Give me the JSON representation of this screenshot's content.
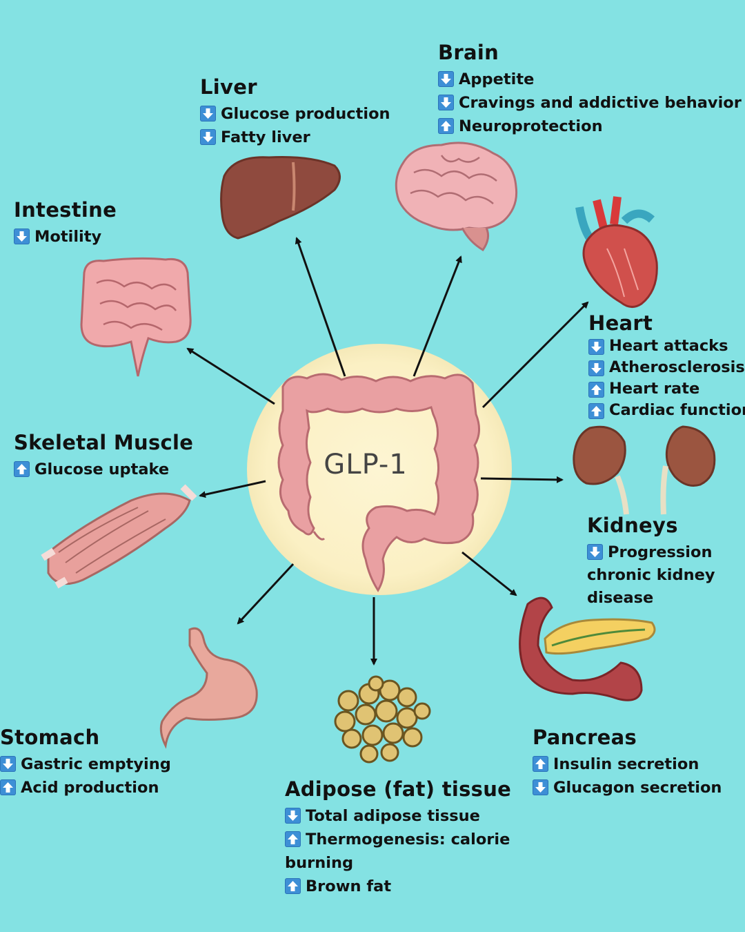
{
  "center": {
    "label": "GLP-1"
  },
  "organs": {
    "brain": {
      "title": "Brain",
      "effects": [
        {
          "dir": "down",
          "text": "Appetite"
        },
        {
          "dir": "down",
          "text": "Cravings and addictive behavior"
        },
        {
          "dir": "up",
          "text": "Neuroprotection"
        }
      ]
    },
    "liver": {
      "title": "Liver",
      "effects": [
        {
          "dir": "down",
          "text": "Glucose production"
        },
        {
          "dir": "down",
          "text": "Fatty liver"
        }
      ]
    },
    "intestine": {
      "title": "Intestine",
      "effects": [
        {
          "dir": "down",
          "text": "Motility"
        }
      ]
    },
    "heart": {
      "title": "Heart",
      "effects": [
        {
          "dir": "down",
          "text": "Heart attacks"
        },
        {
          "dir": "down",
          "text": "Atherosclerosis"
        },
        {
          "dir": "up",
          "text": "Heart rate"
        },
        {
          "dir": "up",
          "text": "Cardiac function"
        }
      ]
    },
    "skeletal_muscle": {
      "title": "Skeletal Muscle",
      "effects": [
        {
          "dir": "up",
          "text": "Glucose uptake"
        }
      ]
    },
    "kidneys": {
      "title": "Kidneys",
      "effects": [
        {
          "dir": "down",
          "text": "Progression chronic kidney disease"
        }
      ]
    },
    "stomach": {
      "title": "Stomach",
      "effects": [
        {
          "dir": "down",
          "text": "Gastric emptying"
        },
        {
          "dir": "up",
          "text": "Acid production"
        }
      ]
    },
    "adipose": {
      "title": "Adipose (fat) tissue",
      "effects": [
        {
          "dir": "down",
          "text": "Total adipose tissue"
        },
        {
          "dir": "up",
          "text": "Thermogenesis: calorie burning"
        },
        {
          "dir": "up",
          "text": "Brown fat"
        }
      ]
    },
    "pancreas": {
      "title": "Pancreas",
      "effects": [
        {
          "dir": "up",
          "text": "Insulin secretion"
        },
        {
          "dir": "down",
          "text": "Glucagon secretion"
        }
      ]
    }
  },
  "colors": {
    "background": "#84e2e3",
    "center_glow": "#fbf1c8",
    "arrow_icon": "#3d8fd6",
    "connector": "#111111"
  }
}
